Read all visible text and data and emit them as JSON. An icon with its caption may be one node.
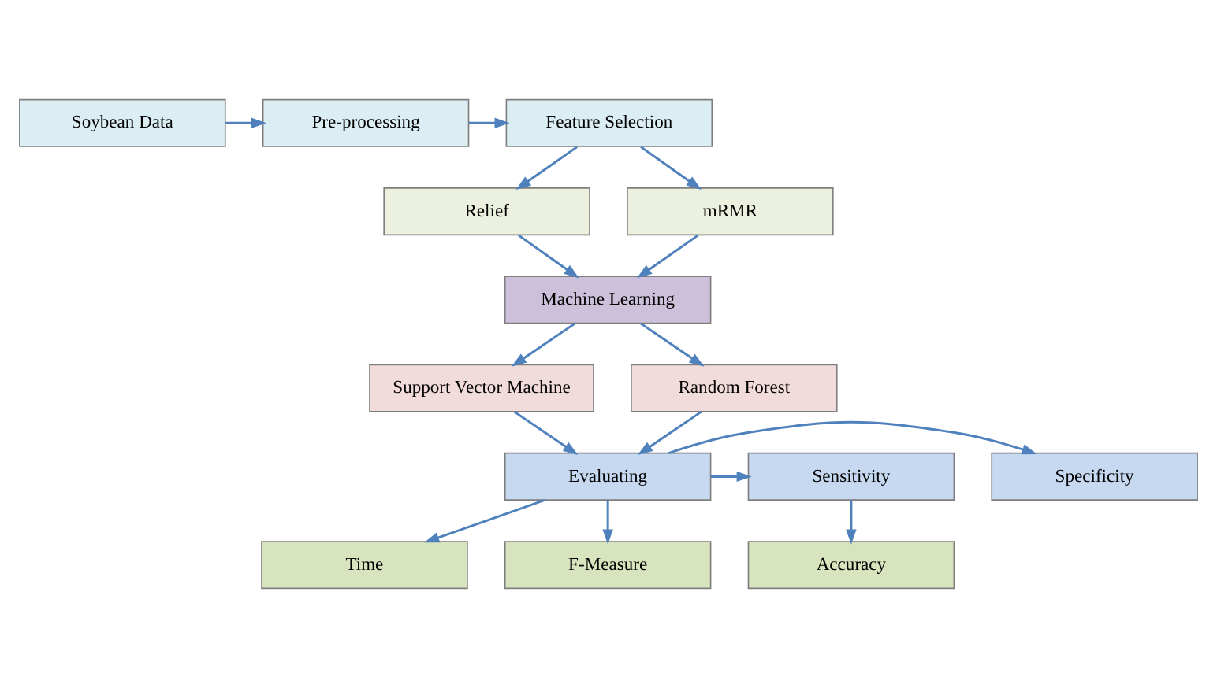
{
  "diagram": {
    "nodes": [
      {
        "text": [
          "Soybean Data"
        ]
      },
      {
        "text": [
          "Pre-processing"
        ]
      },
      {
        "text": [
          "Feature Selection"
        ]
      },
      {
        "text": [
          "Relief"
        ]
      },
      {
        "text": [
          "mRMR"
        ]
      },
      {
        "text": [
          "Machine Learning"
        ]
      },
      {
        "text": [
          "Support Vector Machine"
        ]
      },
      {
        "text": [
          "Random Forest"
        ]
      },
      {
        "text": [
          "Specificity"
        ]
      },
      {
        "text": [
          "Evaluating"
        ]
      },
      {
        "text": [
          "Sensitivity"
        ]
      },
      {
        "text": [
          "Time"
        ]
      },
      {
        "text": [
          "F-Measure"
        ]
      },
      {
        "text": [
          "Accuracy"
        ]
      }
    ],
    "edges": [
      {
        "from": 0,
        "to": 1,
        "arrow": "to"
      },
      {
        "from": 1,
        "to": 2,
        "arrow": "to"
      },
      {
        "from": 2,
        "to": 3,
        "arrow": "to"
      },
      {
        "from": 2,
        "to": 4,
        "arrow": "to"
      },
      {
        "from": 3,
        "to": 5,
        "arrow": "to"
      },
      {
        "from": 4,
        "to": 5,
        "arrow": "to"
      },
      {
        "from": 5,
        "to": 6,
        "arrow": "to"
      },
      {
        "from": 5,
        "to": 7,
        "arrow": "to"
      },
      {
        "from": 6,
        "to": 9,
        "arrow": "to"
      },
      {
        "from": 7,
        "to": 9,
        "arrow": "to"
      },
      {
        "from": 9,
        "to": 8,
        "arrow": "to"
      },
      {
        "from": 9,
        "to": 10,
        "arrow": "to"
      },
      {
        "from": 9,
        "to": 11,
        "arrow": "to"
      },
      {
        "from": 9,
        "to": 12,
        "arrow": "to"
      },
      {
        "from": 10,
        "to": 13,
        "arrow": "to"
      }
    ]
  }
}
